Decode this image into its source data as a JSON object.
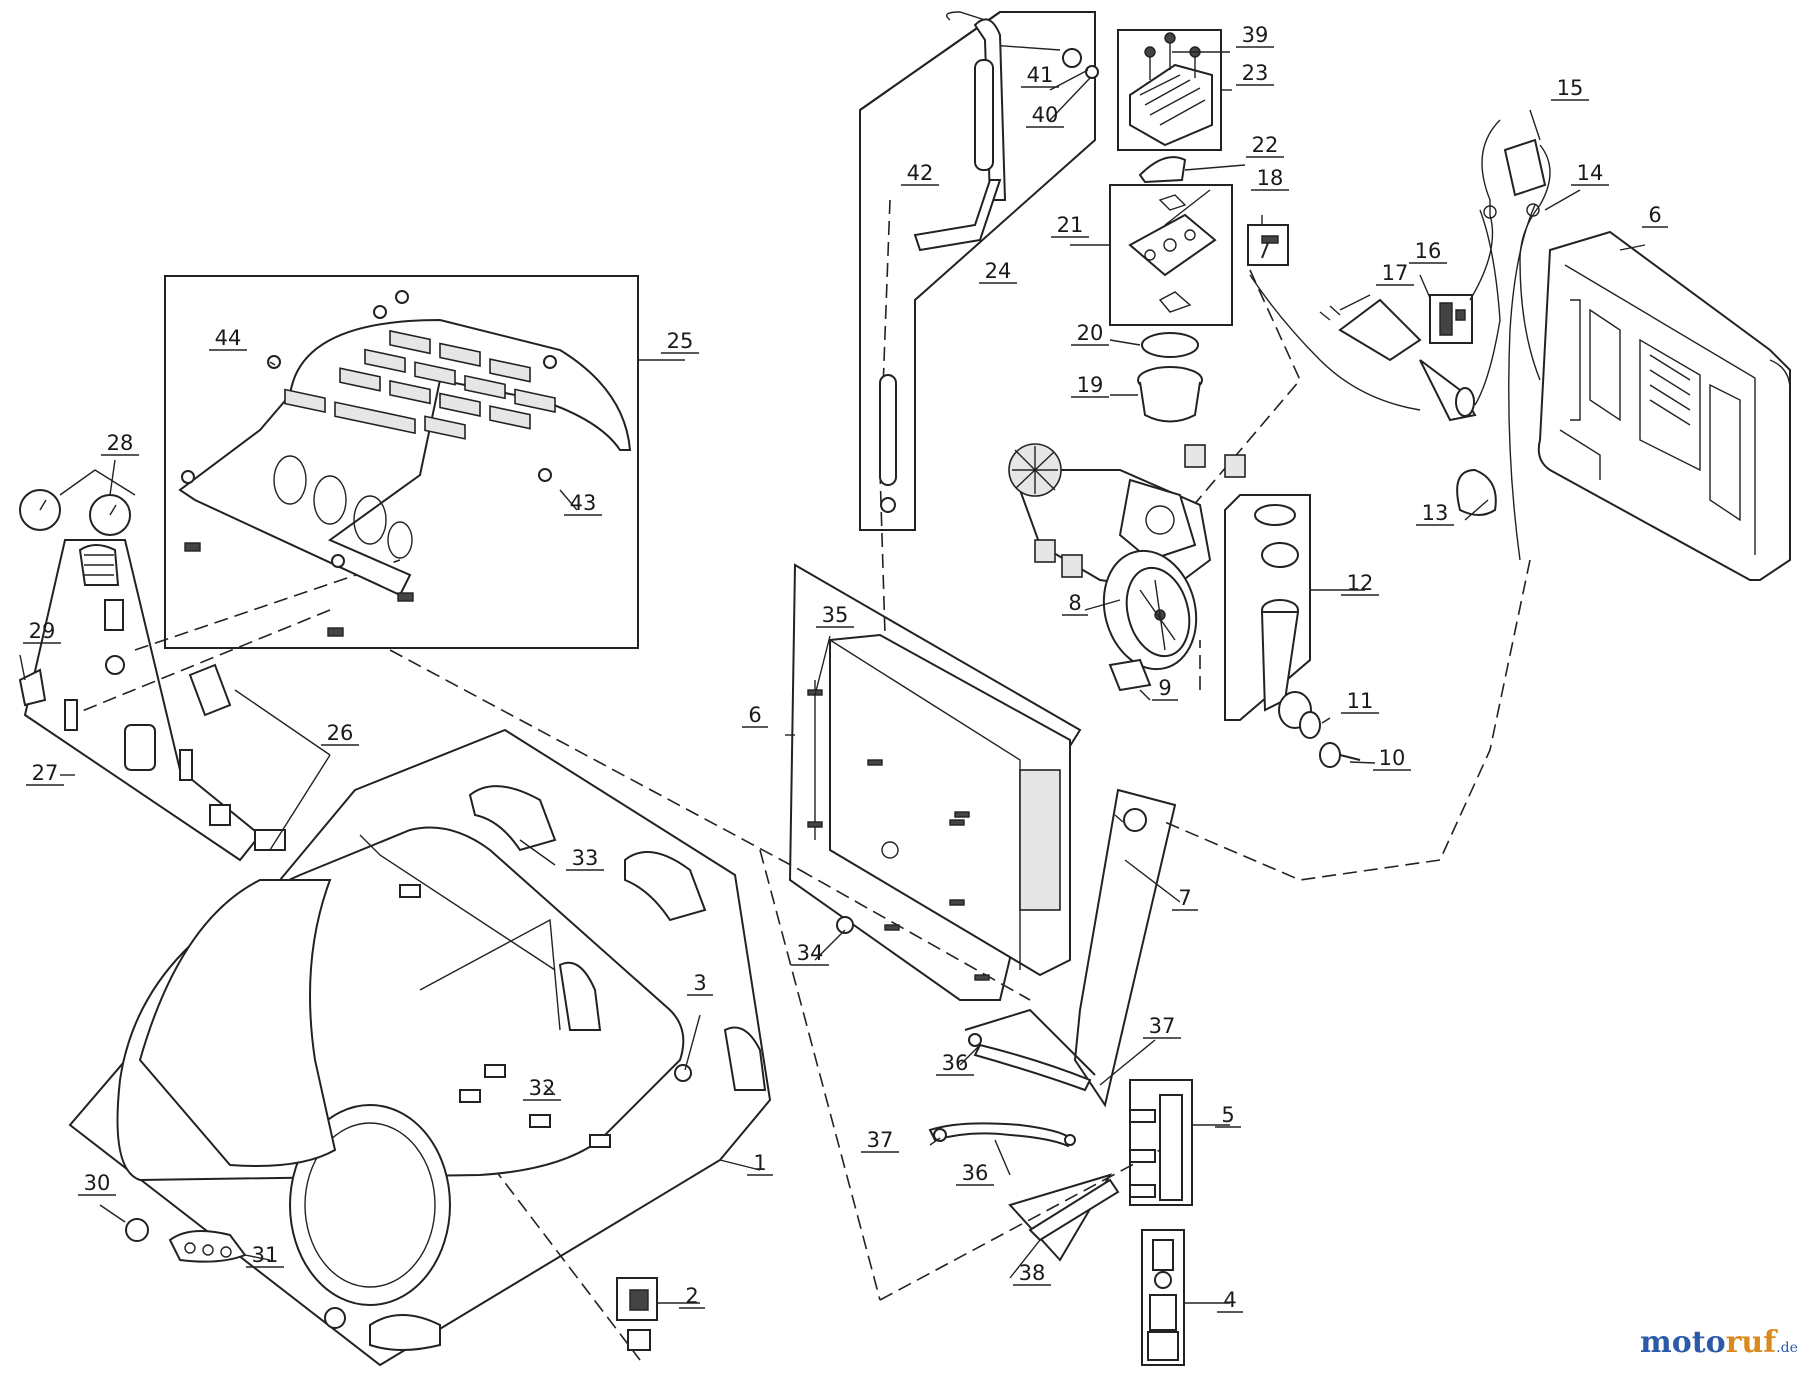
{
  "callouts": [
    {
      "id": "39",
      "text": "39"
    },
    {
      "id": "23",
      "text": "23"
    },
    {
      "id": "41",
      "text": "41"
    },
    {
      "id": "40",
      "text": "40"
    },
    {
      "id": "22",
      "text": "22"
    },
    {
      "id": "42",
      "text": "42"
    },
    {
      "id": "24",
      "text": "24"
    },
    {
      "id": "21",
      "text": "21"
    },
    {
      "id": "18",
      "text": "18"
    },
    {
      "id": "15",
      "text": "15"
    },
    {
      "id": "14",
      "text": "14"
    },
    {
      "id": "6a",
      "text": "6"
    },
    {
      "id": "17",
      "text": "17"
    },
    {
      "id": "16",
      "text": "16"
    },
    {
      "id": "20",
      "text": "20"
    },
    {
      "id": "19",
      "text": "19"
    },
    {
      "id": "25",
      "text": "25"
    },
    {
      "id": "44",
      "text": "44"
    },
    {
      "id": "43",
      "text": "43"
    },
    {
      "id": "28",
      "text": "28"
    },
    {
      "id": "13",
      "text": "13"
    },
    {
      "id": "12",
      "text": "12"
    },
    {
      "id": "8",
      "text": "8"
    },
    {
      "id": "9",
      "text": "9"
    },
    {
      "id": "35",
      "text": "35"
    },
    {
      "id": "6b",
      "text": "6"
    },
    {
      "id": "11",
      "text": "11"
    },
    {
      "id": "10",
      "text": "10"
    },
    {
      "id": "29",
      "text": "29"
    },
    {
      "id": "26",
      "text": "26"
    },
    {
      "id": "27",
      "text": "27"
    },
    {
      "id": "33",
      "text": "33"
    },
    {
      "id": "7",
      "text": "7"
    },
    {
      "id": "34",
      "text": "34"
    },
    {
      "id": "3",
      "text": "3"
    },
    {
      "id": "37a",
      "text": "37"
    },
    {
      "id": "36a",
      "text": "36"
    },
    {
      "id": "32",
      "text": "32"
    },
    {
      "id": "5",
      "text": "5"
    },
    {
      "id": "37b",
      "text": "37"
    },
    {
      "id": "36b",
      "text": "36"
    },
    {
      "id": "1",
      "text": "1"
    },
    {
      "id": "30",
      "text": "30"
    },
    {
      "id": "31",
      "text": "31"
    },
    {
      "id": "38",
      "text": "38"
    },
    {
      "id": "4",
      "text": "4"
    },
    {
      "id": "2",
      "text": "2"
    }
  ],
  "watermark": {
    "main_a": "moto",
    "main_b": "ruf",
    "suffix": ".de"
  },
  "colors": {
    "line": "#222222",
    "brand_blue": "#2b5aa8",
    "brand_orange": "#d98a1a"
  }
}
